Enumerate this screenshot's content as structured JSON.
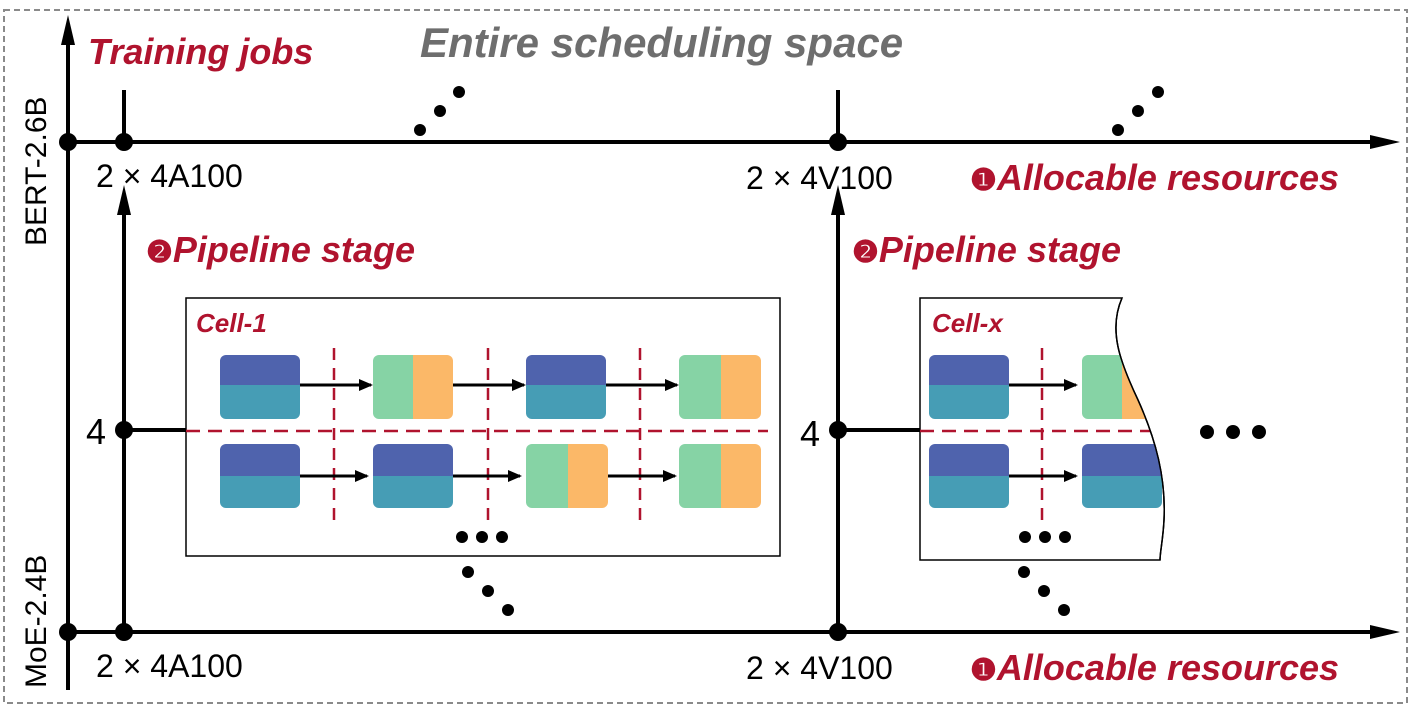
{
  "title": "Entire scheduling space",
  "y_axis_label": "Training jobs",
  "jobs": {
    "top": "BERT-2.6B",
    "bottom": "MoE-2.4B"
  },
  "resource_axis": {
    "marker": "❶",
    "label": "Allocable resources"
  },
  "pipeline_axis": {
    "marker": "❷",
    "label": "Pipeline stage"
  },
  "resources": {
    "left": "2 × 4A100",
    "right": "2 × 4V100"
  },
  "stage_tick": "4",
  "cells": [
    {
      "label": "Cell-1"
    },
    {
      "label": "Cell-x"
    }
  ],
  "ellipsis": "•••",
  "colors": {
    "accent_red": "#b0132e",
    "title_gray": "#6e6e6e",
    "block_dark_blue": "#4f63ad",
    "block_teal": "#469db5",
    "block_green": "#86d3a5",
    "block_orange": "#fbb868"
  }
}
